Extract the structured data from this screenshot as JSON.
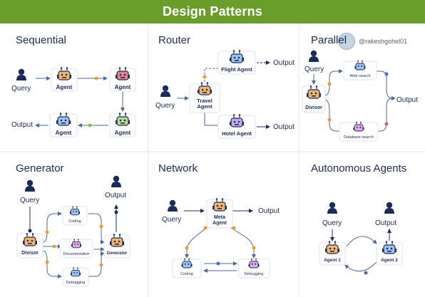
{
  "header": {
    "title": "Design Patterns"
  },
  "watermark": {
    "handle": "@rakeshgohel01"
  },
  "colors": {
    "banner": "#6a9e2a",
    "line": "#4b6a9a",
    "dot_orange": "#f39a2b",
    "dot_green": "#7bbf3b",
    "dot_red": "#e05555",
    "dot_blue": "#3b6fd6",
    "bot_orange": "#f2b66b",
    "bot_red": "#e9818a",
    "bot_green": "#b9d98d",
    "bot_blue": "#9cc3ee",
    "bot_pink": "#e7a7e5",
    "bot_purple": "#c9a7ef"
  },
  "sections": {
    "sequential": {
      "title": "Sequential",
      "query": "Query",
      "output": "Output",
      "agent": "Agent"
    },
    "router": {
      "title": "Router",
      "query": "Query",
      "travel_agent": "Travel\nAgent",
      "flight_agent": "Flight Agent",
      "hotel_agent": "Hotel Agent",
      "output_1": "Output",
      "output_2": "Output"
    },
    "parallel": {
      "title": "Parallel",
      "query": "Query",
      "divisor": "Divisor",
      "web_search": "Web search",
      "database_search": "Database search",
      "output": "Output"
    },
    "generator": {
      "title": "Generator",
      "query": "Query",
      "output": "Output",
      "divisor": "Divisor",
      "coding": "Coding",
      "documentation": "Documentation",
      "debugging": "Debugging",
      "generator": "Generator"
    },
    "network": {
      "title": "Network",
      "query": "Query",
      "output": "Output",
      "meta_agent": "Meta\nAgent",
      "coding": "Coding",
      "debugging": "Debugging"
    },
    "autonomous": {
      "title": "Autonomous Agents",
      "query": "Query",
      "output": "Output",
      "agent_1": "Agent 1",
      "agent_2": "Agent 2"
    }
  }
}
